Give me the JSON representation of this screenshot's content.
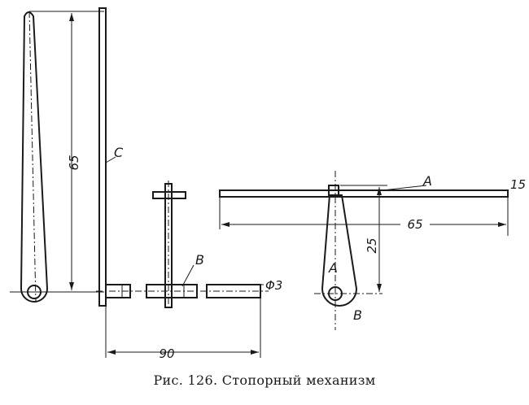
{
  "caption": "Рис. 126. Стопорный механизм",
  "labels": {
    "c": "C",
    "b_rod": "B",
    "a_bar": "A",
    "a_lever": "A",
    "b_lever": "B"
  },
  "dimensions": {
    "lever_length": "65",
    "rod_span": "90",
    "rod_diameter": "Φ3",
    "bar_length": "65",
    "bar_offset": "15",
    "pivot_height": "25"
  }
}
